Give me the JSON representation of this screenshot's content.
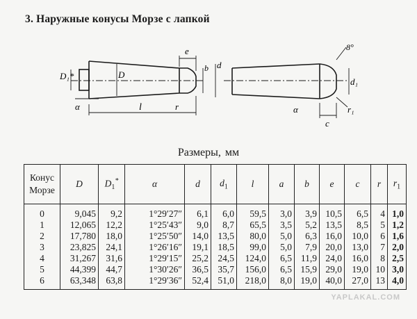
{
  "title": "3. Наружные конусы Морзе с лапкой",
  "drawing_labels": {
    "D1star": "D₁*",
    "D": "D",
    "alpha": "α",
    "l": "l",
    "e": "e",
    "r": "r",
    "b": "b",
    "d": "d",
    "angle8": "8°",
    "d1": "d₁",
    "alpha2": "α",
    "c": "c",
    "r1": "r₁"
  },
  "sizes_title": "Размеры, мм",
  "table": {
    "headers": [
      {
        "main": "Конус Морзе",
        "sub": ""
      },
      {
        "main": "D",
        "sub": ""
      },
      {
        "main": "D",
        "sub": "1",
        "sup": "*"
      },
      {
        "main": "α",
        "sub": ""
      },
      {
        "main": "d",
        "sub": ""
      },
      {
        "main": "d",
        "sub": "1"
      },
      {
        "main": "l",
        "sub": ""
      },
      {
        "main": "a",
        "sub": ""
      },
      {
        "main": "b",
        "sub": ""
      },
      {
        "main": "e",
        "sub": ""
      },
      {
        "main": "c",
        "sub": ""
      },
      {
        "main": "r",
        "sub": ""
      },
      {
        "main": "r",
        "sub": "1"
      }
    ],
    "rows": [
      [
        "0",
        "9,045",
        "9,2",
        "1°29′27″",
        "6,1",
        "6,0",
        "59,5",
        "3,0",
        "3,9",
        "10,5",
        "6,5",
        "4",
        "1,0"
      ],
      [
        "1",
        "12,065",
        "12,2",
        "1°25′43″",
        "9,0",
        "8,7",
        "65,5",
        "3,5",
        "5,2",
        "13,5",
        "8,5",
        "5",
        "1,2"
      ],
      [
        "2",
        "17,780",
        "18,0",
        "1°25′50″",
        "14,0",
        "13,5",
        "80,0",
        "5,0",
        "6,3",
        "16,0",
        "10,0",
        "6",
        "1,6"
      ],
      [
        "3",
        "23,825",
        "24,1",
        "1°26′16″",
        "19,1",
        "18,5",
        "99,0",
        "5,0",
        "7,9",
        "20,0",
        "13,0",
        "7",
        "2,0"
      ],
      [
        "4",
        "31,267",
        "31,6",
        "1°29′15″",
        "25,2",
        "24,5",
        "124,0",
        "6,5",
        "11,9",
        "24,0",
        "16,0",
        "8",
        "2,5"
      ],
      [
        "5",
        "44,399",
        "44,7",
        "1°30′26″",
        "36,5",
        "35,7",
        "156,0",
        "6,5",
        "15,9",
        "29,0",
        "19,0",
        "10",
        "3,0"
      ],
      [
        "6",
        "63,348",
        "63,8",
        "1°29′36″",
        "52,4",
        "51,0",
        "218,0",
        "8,0",
        "19,0",
        "40,0",
        "27,0",
        "13",
        "4,0"
      ]
    ]
  },
  "watermark": "YAPLAKAL.COM"
}
